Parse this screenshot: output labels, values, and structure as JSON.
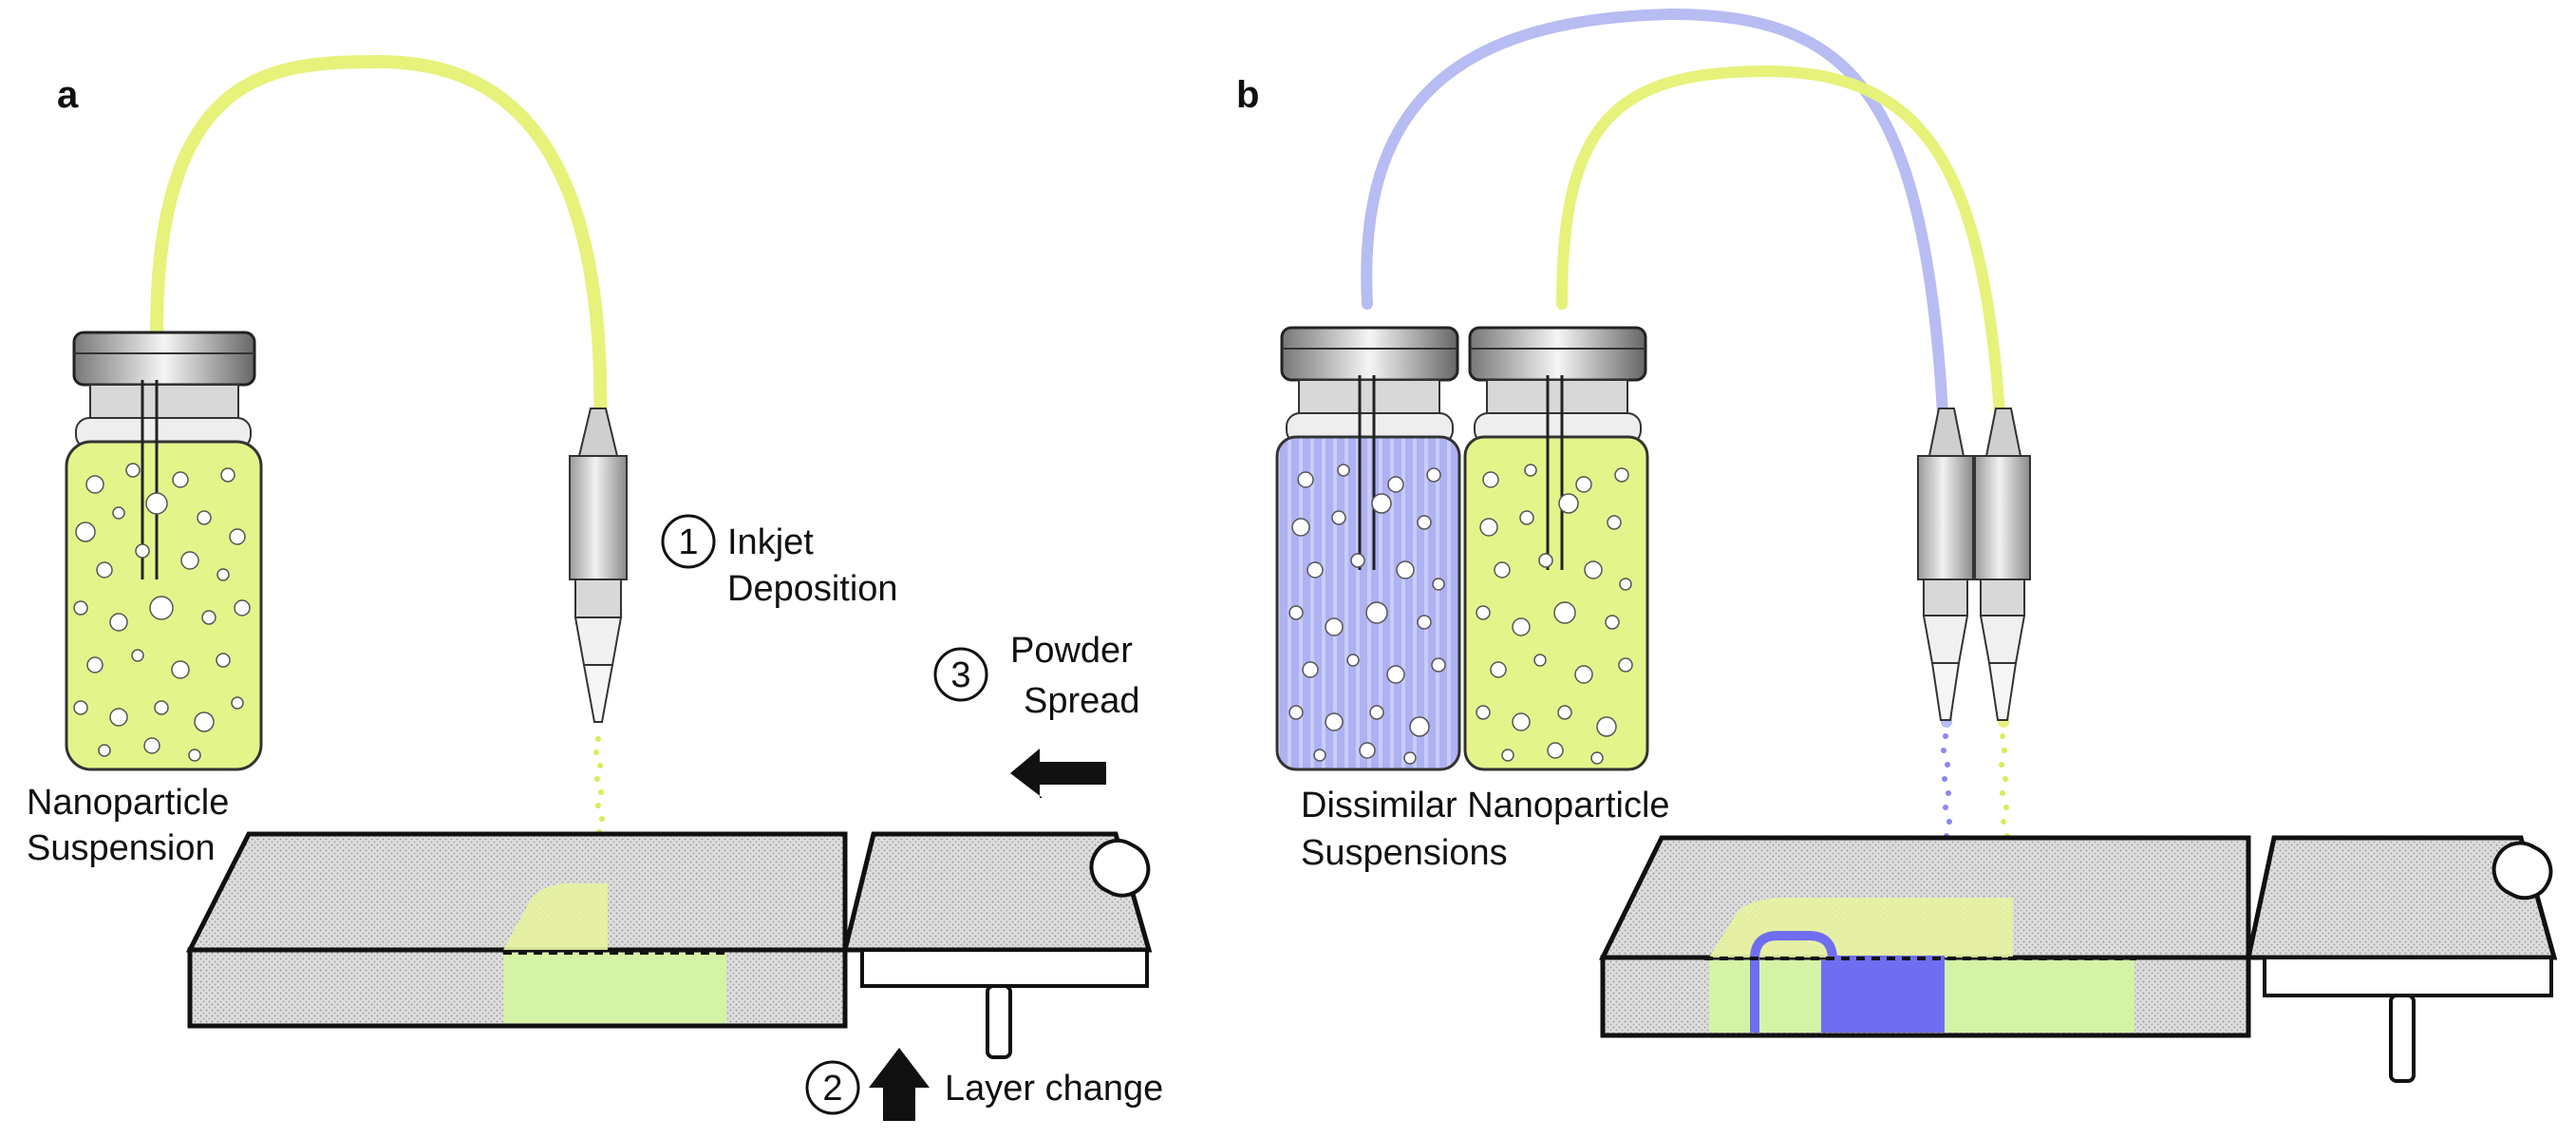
{
  "panels": [
    {
      "letter": "a",
      "vial_caption_lines": [
        "Nanoparticle",
        "Suspension"
      ],
      "steps": [
        {
          "number": "1",
          "lines": [
            "Inkjet",
            "Deposition"
          ]
        },
        {
          "number": "2",
          "lines": [
            "Layer change"
          ]
        },
        {
          "number": "3",
          "lines": [
            "Powder",
            "Spread"
          ]
        }
      ]
    },
    {
      "letter": "b",
      "vial_caption_lines": [
        "Dissimilar Nanoparticle",
        "Suspensions"
      ]
    }
  ],
  "colors": {
    "yellow_suspension": "#e3f58a",
    "yellow_tube": "#e6f27a",
    "blue_suspension": "#a9aef0",
    "blue_deposit": "#6f6ef0",
    "green_layer": "#d8f3a8",
    "powder_bed": "#dcdcdc",
    "outline": "#111111"
  }
}
